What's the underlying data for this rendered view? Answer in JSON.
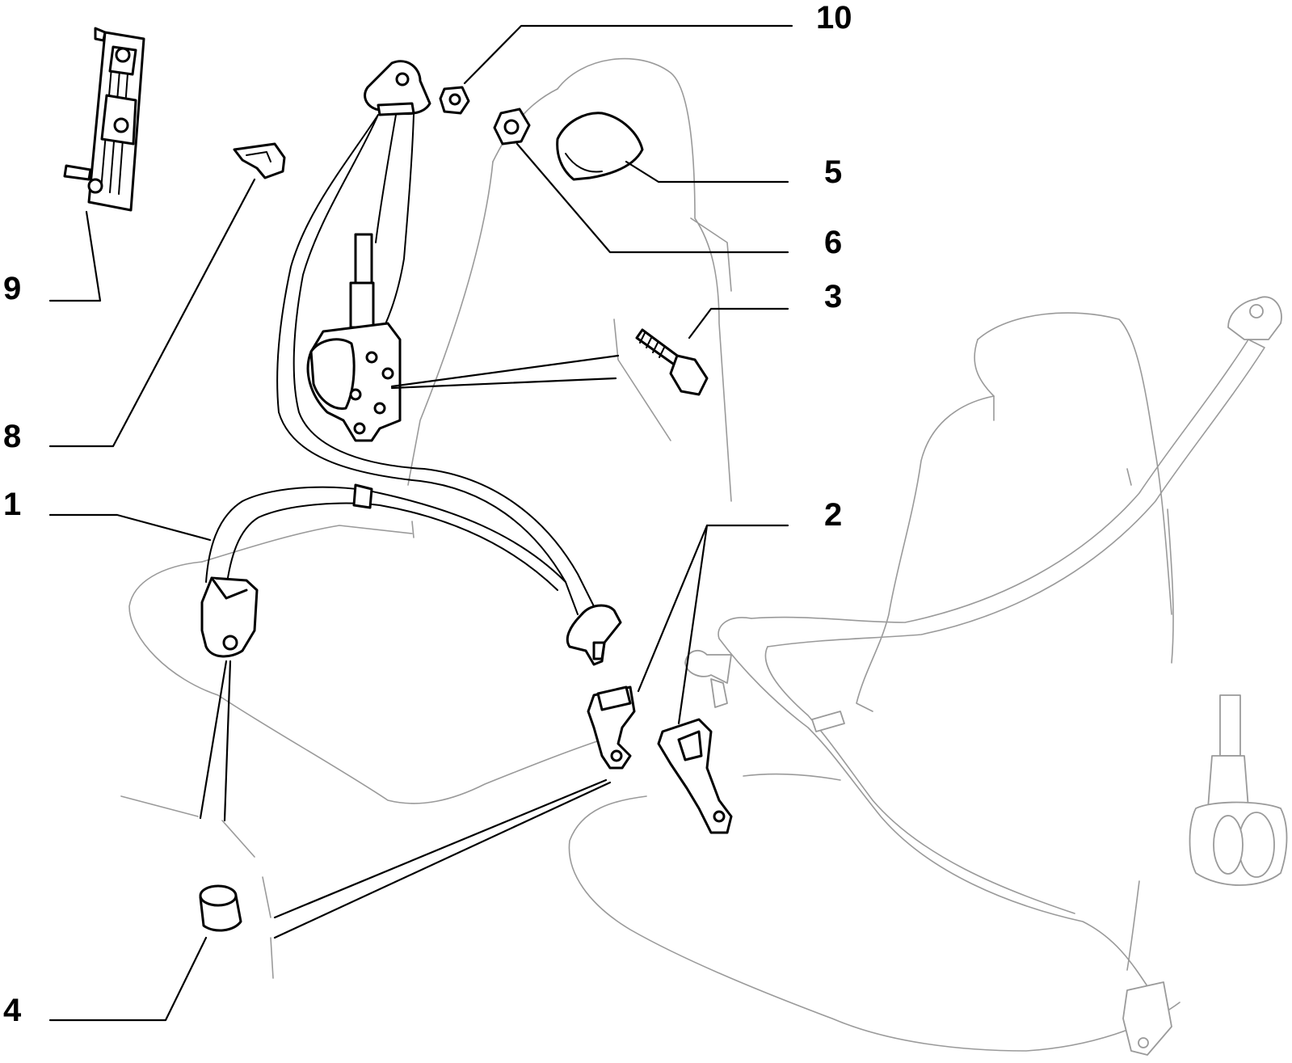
{
  "colors": {
    "line": "#000000",
    "ghost": "#9a9a9a",
    "background": "#ffffff"
  },
  "callouts": [
    {
      "id": "1",
      "label": "1"
    },
    {
      "id": "2",
      "label": "2"
    },
    {
      "id": "3",
      "label": "3"
    },
    {
      "id": "4",
      "label": "4"
    },
    {
      "id": "5",
      "label": "5"
    },
    {
      "id": "6",
      "label": "6"
    },
    {
      "id": "8",
      "label": "8"
    },
    {
      "id": "9",
      "label": "9"
    },
    {
      "id": "10",
      "label": "10"
    }
  ]
}
